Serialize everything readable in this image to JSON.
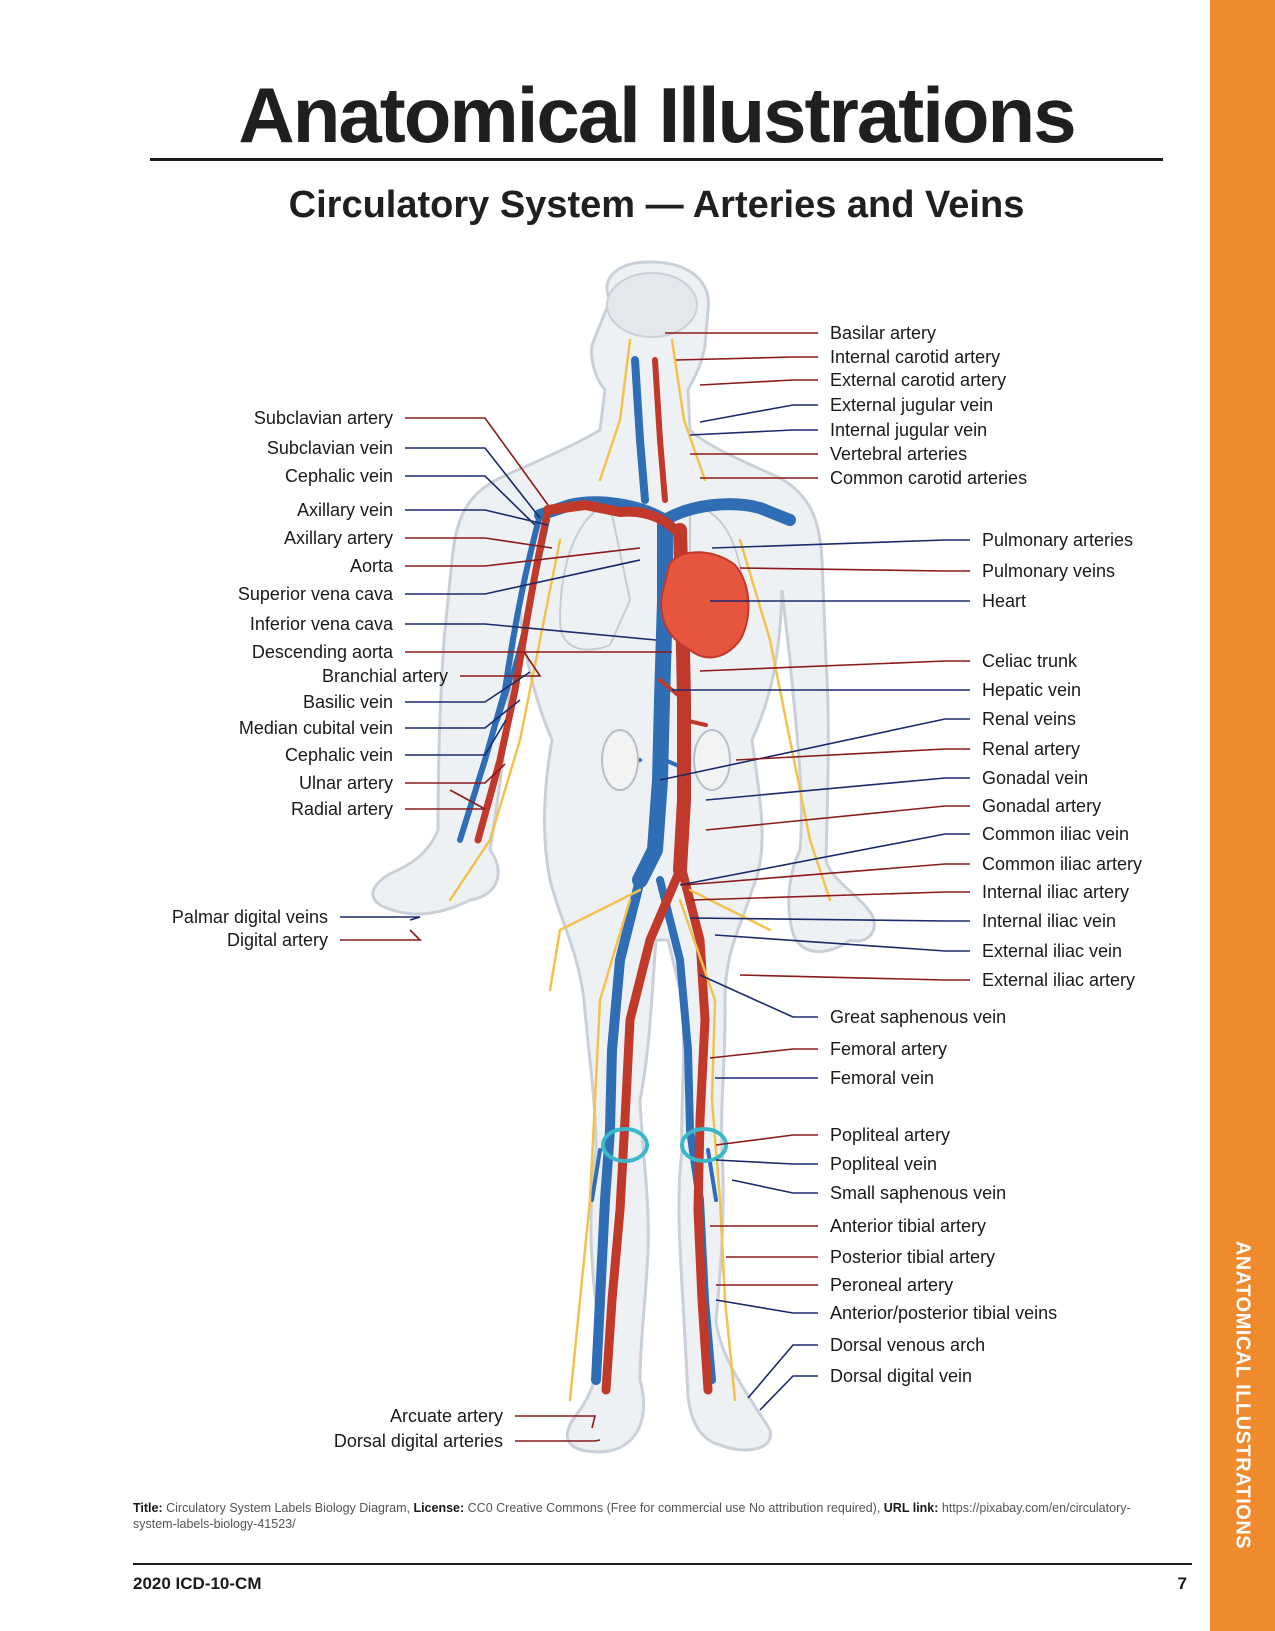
{
  "header": {
    "title": "Anatomical Illustrations",
    "subtitle": "Circulatory System — Arteries and Veins"
  },
  "sidebar": {
    "label": "ANATOMICAL ILLUSTRATIONS",
    "color": "#ef8a2d"
  },
  "colors": {
    "artery": "#c0392b",
    "vein": "#2f6db5",
    "nerve_yellow": "#f2c14e",
    "heart": "#e8553f",
    "leader_artery": "#8b1a1a",
    "leader_vein": "#1a2a6b"
  },
  "labels_left": [
    {
      "text": "Subclavian artery",
      "kind": "artery"
    },
    {
      "text": "Subclavian vein",
      "kind": "vein"
    },
    {
      "text": "Cephalic vein",
      "kind": "vein"
    },
    {
      "text": "Axillary vein",
      "kind": "vein"
    },
    {
      "text": "Axillary artery",
      "kind": "artery"
    },
    {
      "text": "Aorta",
      "kind": "artery"
    },
    {
      "text": "Superior vena cava",
      "kind": "vein"
    },
    {
      "text": "Inferior vena cava",
      "kind": "vein"
    },
    {
      "text": "Descending aorta",
      "kind": "artery"
    },
    {
      "text": "Branchial artery",
      "kind": "artery"
    },
    {
      "text": "Basilic vein",
      "kind": "vein"
    },
    {
      "text": "Median cubital vein",
      "kind": "vein"
    },
    {
      "text": "Cephalic vein",
      "kind": "vein"
    },
    {
      "text": "Ulnar artery",
      "kind": "artery"
    },
    {
      "text": "Radial artery",
      "kind": "artery"
    },
    {
      "text": "Palmar digital veins",
      "kind": "vein"
    },
    {
      "text": "Digital artery",
      "kind": "artery"
    },
    {
      "text": "Arcuate artery",
      "kind": "artery"
    },
    {
      "text": "Dorsal digital arteries",
      "kind": "artery"
    }
  ],
  "labels_right": [
    {
      "text": "Basilar artery",
      "kind": "artery"
    },
    {
      "text": "Internal carotid artery",
      "kind": "artery"
    },
    {
      "text": "External carotid artery",
      "kind": "artery"
    },
    {
      "text": "External jugular vein",
      "kind": "vein"
    },
    {
      "text": "Internal jugular vein",
      "kind": "vein"
    },
    {
      "text": "Vertebral arteries",
      "kind": "artery"
    },
    {
      "text": "Common carotid arteries",
      "kind": "artery"
    },
    {
      "text": "Pulmonary arteries",
      "kind": "vein"
    },
    {
      "text": "Pulmonary veins",
      "kind": "artery"
    },
    {
      "text": "Heart",
      "kind": "vein"
    },
    {
      "text": "Celiac trunk",
      "kind": "artery"
    },
    {
      "text": "Hepatic vein",
      "kind": "vein"
    },
    {
      "text": "Renal veins",
      "kind": "vein"
    },
    {
      "text": "Renal artery",
      "kind": "artery"
    },
    {
      "text": "Gonadal vein",
      "kind": "vein"
    },
    {
      "text": "Gonadal artery",
      "kind": "artery"
    },
    {
      "text": "Common iliac vein",
      "kind": "vein"
    },
    {
      "text": "Common iliac artery",
      "kind": "artery"
    },
    {
      "text": "Internal iliac artery",
      "kind": "artery"
    },
    {
      "text": "Internal iliac vein",
      "kind": "vein"
    },
    {
      "text": "External iliac vein",
      "kind": "vein"
    },
    {
      "text": "External iliac artery",
      "kind": "artery"
    },
    {
      "text": "Great saphenous vein",
      "kind": "vein"
    },
    {
      "text": "Femoral artery",
      "kind": "artery"
    },
    {
      "text": "Femoral vein",
      "kind": "vein"
    },
    {
      "text": "Popliteal artery",
      "kind": "artery"
    },
    {
      "text": "Popliteal vein",
      "kind": "vein"
    },
    {
      "text": "Small saphenous vein",
      "kind": "vein"
    },
    {
      "text": "Anterior tibial artery",
      "kind": "artery"
    },
    {
      "text": "Posterior tibial artery",
      "kind": "artery"
    },
    {
      "text": "Peroneal artery",
      "kind": "artery"
    },
    {
      "text": "Anterior/posterior tibial veins",
      "kind": "vein"
    },
    {
      "text": "Dorsal venous arch",
      "kind": "vein"
    },
    {
      "text": "Dorsal digital vein",
      "kind": "vein"
    }
  ],
  "credit": {
    "title_label": "Title:",
    "title_value": "Circulatory System Labels Biology Diagram,",
    "license_label": "License:",
    "license_value": "CC0 Creative Commons (Free for commercial use No attribution required),",
    "url_label": "URL link:",
    "url_value": "https://pixabay.com/en/circulatory-system-labels-biology-41523/"
  },
  "footer": {
    "left": "2020 ICD-10-CM",
    "page_number": "7"
  }
}
